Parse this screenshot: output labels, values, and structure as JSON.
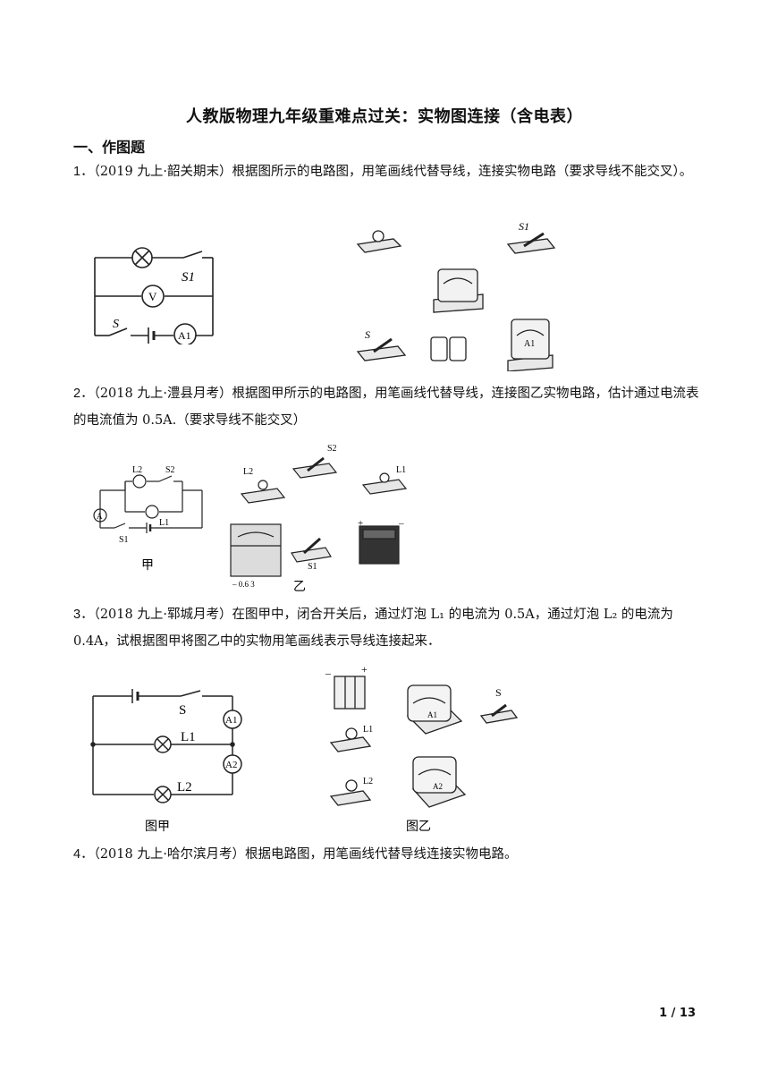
{
  "title": "人教版物理九年级重难点过关：实物图连接（含电表）",
  "section": "一、作图题",
  "questions": [
    {
      "number": "1．",
      "text": "（2019 九上·韶关期末）根据图所示的电路图，用笔画线代替导线，连接实物电路（要求导线不能交叉）。"
    },
    {
      "number": "2．",
      "text": "（2018 九上·澧县月考）根据图甲所示的电路图，用笔画线代替导线，连接图乙实物电路，估计通过电流表的电流值为 0.5A.（要求导线不能交叉）"
    },
    {
      "number": "3．",
      "text": "（2018 九上·郓城月考）在图甲中，闭合开关后，通过灯泡 L₁ 的电流为 0.5A，通过灯泡 L₂ 的电流为 0.4A，试根据图甲将图乙中的实物用笔画线表示导线连接起来．"
    },
    {
      "number": "4．",
      "text": "（2018 九上·哈尔滨月考）根据电路图，用笔画线代替导线连接实物电路。"
    }
  ],
  "fig1": {
    "s1": "S1",
    "v": "V",
    "s": "S",
    "a1": "A1"
  },
  "fig2": {
    "l2": "L2",
    "s2": "S2",
    "l1": "L1",
    "a": "A",
    "s1": "S1",
    "caption_a": "甲",
    "r_s2": "S2",
    "r_l2": "L2",
    "r_l1": "L1",
    "r_s1": "S1",
    "scale": "–  0.6  3",
    "caption_b": "乙",
    "plus": "+",
    "minus": "–"
  },
  "fig3": {
    "s": "S",
    "a1": "A1",
    "l1": "L1",
    "a2": "A2",
    "l2": "L2",
    "caption_a": "图甲",
    "caption_b": "图乙",
    "r_s": "S",
    "r_l1": "L1",
    "r_l2": "L2",
    "r_a1": "A1",
    "r_a2": "A2",
    "plus": "+",
    "minus": "–"
  },
  "page": "1 / 13"
}
